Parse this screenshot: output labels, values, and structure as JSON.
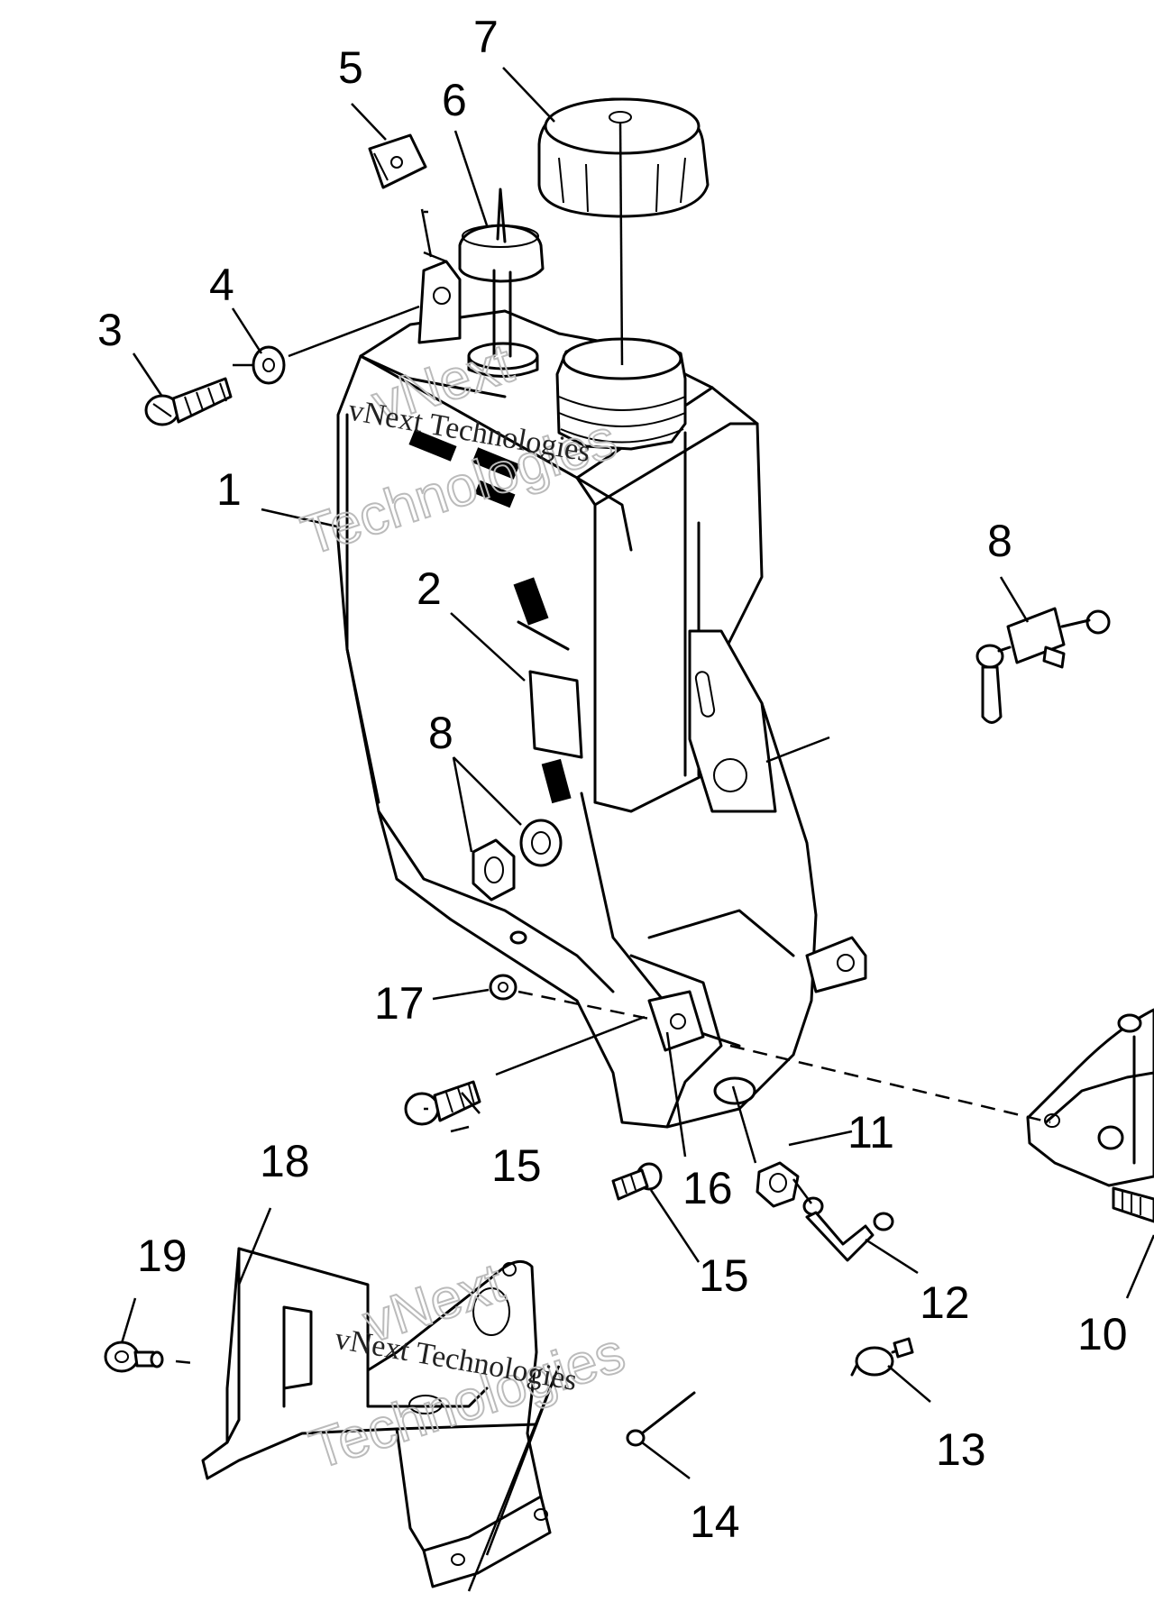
{
  "diagram": {
    "callouts": [
      {
        "id": "c1",
        "label": "1"
      },
      {
        "id": "c2",
        "label": "2"
      },
      {
        "id": "c3",
        "label": "3"
      },
      {
        "id": "c4",
        "label": "4"
      },
      {
        "id": "c5",
        "label": "5"
      },
      {
        "id": "c6",
        "label": "6"
      },
      {
        "id": "c7",
        "label": "7"
      },
      {
        "id": "c8a",
        "label": "8"
      },
      {
        "id": "c8b",
        "label": "8"
      },
      {
        "id": "c10",
        "label": "10"
      },
      {
        "id": "c11",
        "label": "11"
      },
      {
        "id": "c12",
        "label": "12"
      },
      {
        "id": "c13",
        "label": "13"
      },
      {
        "id": "c14",
        "label": "14"
      },
      {
        "id": "c15a",
        "label": "15"
      },
      {
        "id": "c15b",
        "label": "15"
      },
      {
        "id": "c16",
        "label": "16"
      },
      {
        "id": "c17",
        "label": "17"
      },
      {
        "id": "c18",
        "label": "18"
      },
      {
        "id": "c19",
        "label": "19"
      }
    ],
    "watermark": {
      "line_small": "vNext Technologies",
      "line_large_1": "vNext",
      "line_large_2": "Technologies"
    }
  }
}
